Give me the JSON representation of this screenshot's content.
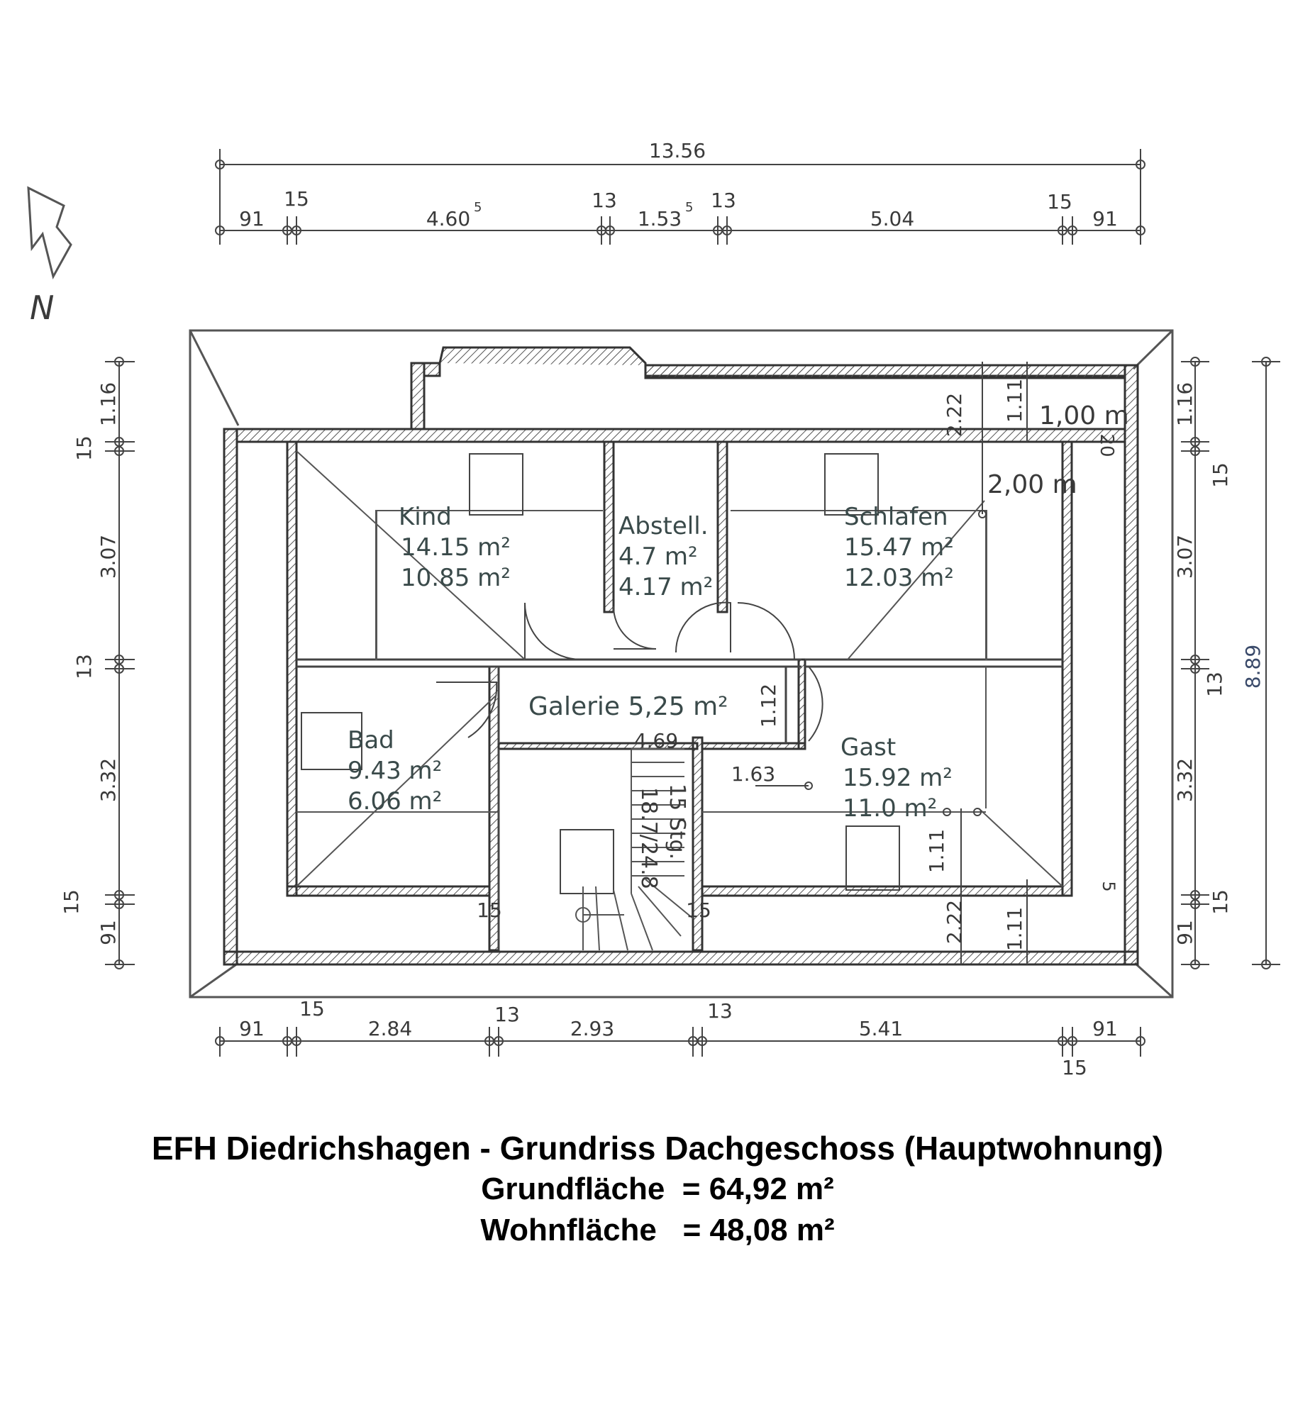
{
  "north_label": "N",
  "dimensions": {
    "top_total": "13.56",
    "top_row": [
      "91",
      "15",
      "4.60",
      "5",
      "13",
      "1.53",
      "5",
      "13",
      "5.04",
      "15",
      "91"
    ],
    "bottom_row": [
      "91",
      "15",
      "2.84",
      "13",
      "2.93",
      "13",
      "5.41",
      "91",
      "15"
    ],
    "left_col": [
      "1.16",
      "15",
      "3.07",
      "13",
      "3.32",
      "15",
      "91"
    ],
    "right_col": [
      "1.16",
      "15",
      "3.07",
      "13",
      "3.32",
      "15",
      "91"
    ],
    "right_total": "8.89",
    "inner": {
      "h222_top": "2.22",
      "h111_top": "1.11",
      "h100": "1,00 m",
      "h20": "20",
      "h200": "2,00 m",
      "h112": "1.12",
      "w469": "4.69",
      "w163": "1.63",
      "h111_gast": "1.11",
      "h222_bottom": "2.22",
      "h111_bottom": "1.11",
      "h5": "5",
      "stairs_15_left": "15",
      "stairs_15_right": "15"
    }
  },
  "rooms": {
    "kind": {
      "name": "Kind",
      "area1": "14.15 m²",
      "area2": "10.85 m²"
    },
    "abstell": {
      "name": "Abstell.",
      "area1": "4.7 m²",
      "area2": "4.17 m²"
    },
    "schlafen": {
      "name": "Schlafen",
      "area1": "15.47 m²",
      "area2": "12.03 m²"
    },
    "galerie": {
      "name": "Galerie 5,25 m²"
    },
    "bad": {
      "name": "Bad",
      "area1": "9.43 m²",
      "area2": "6.06 m²"
    },
    "gast": {
      "name": "Gast",
      "area1": "15.92 m²",
      "area2": "11.0 m²"
    }
  },
  "stairs": {
    "steps": "15 Stg.",
    "rise": "18.7/24.8"
  },
  "caption": {
    "title": "EFH Diedrichshagen - Grundriss Dachgeschoss (Hauptwohnung)",
    "grundflaeche": "Grundfläche  = 64,92 m²",
    "wohnflaeche": "Wohnfläche   = 48,08 m²"
  }
}
